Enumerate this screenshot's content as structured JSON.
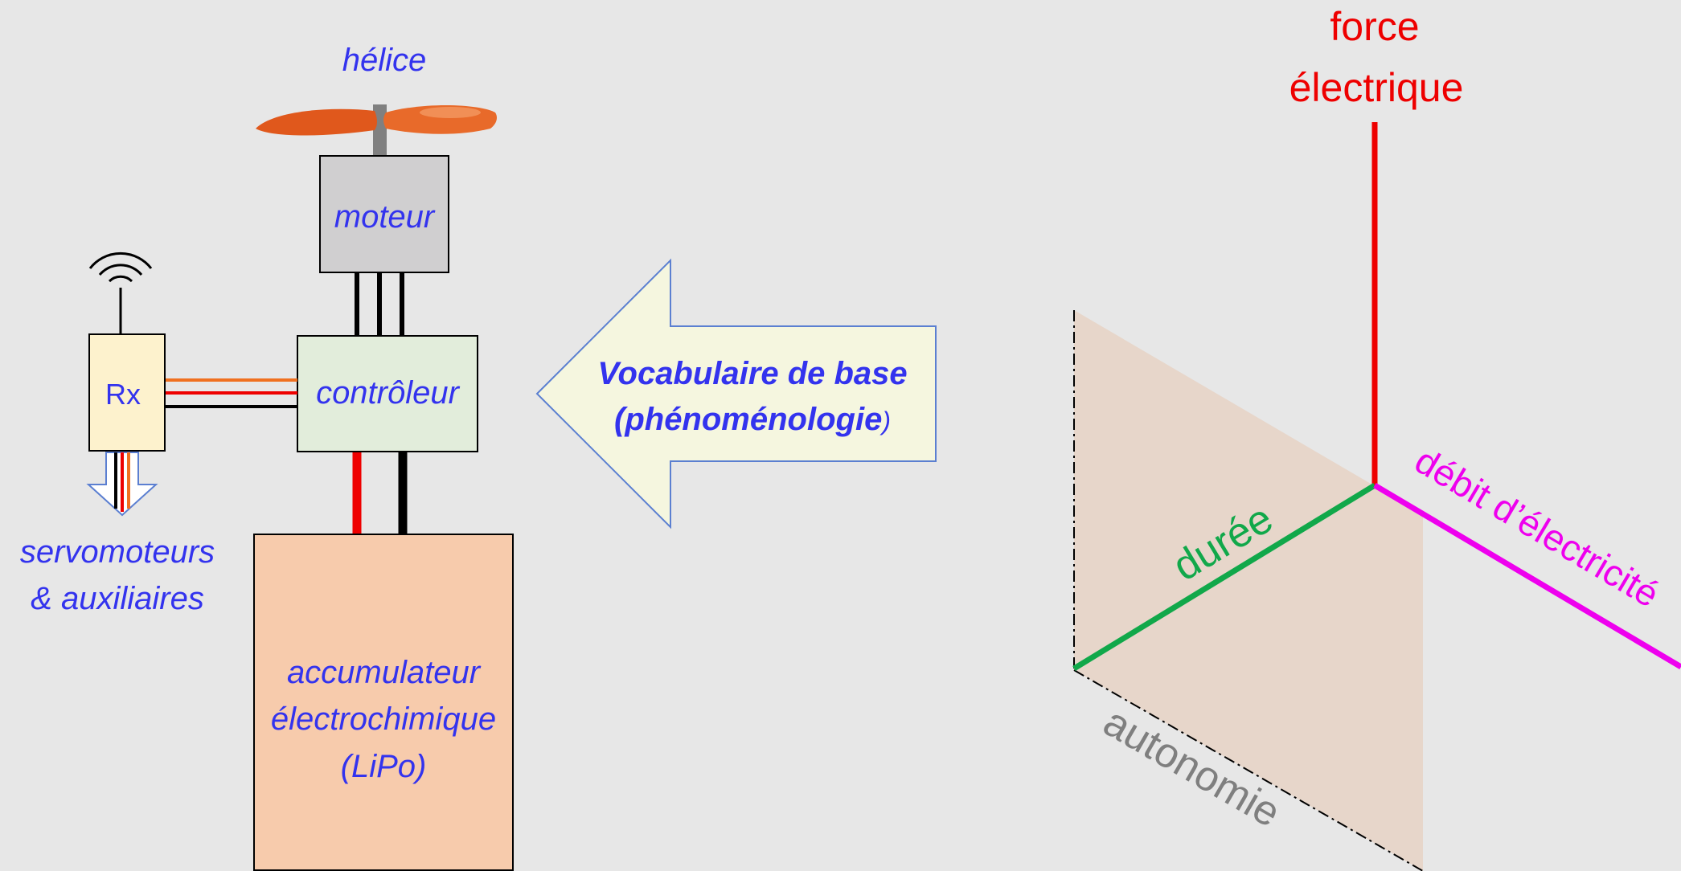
{
  "diagram": {
    "propeller_label": "hélice",
    "motor_label": "moteur",
    "controller_label": "contrôleur",
    "receiver_label": "Rx",
    "servo_label_line1": "servomoteurs",
    "servo_label_line2": "& auxiliaires",
    "battery_label_line1": "accumulateur",
    "battery_label_line2": "électrochimique",
    "battery_label_line3": "(LiPo)",
    "arrow_text_line1": "Vocabulaire de base",
    "arrow_text_line2": "(phénoménologie",
    "arrow_text_paren": ")",
    "axis_force_line1": "force",
    "axis_force_line2": "électrique",
    "axis_duration": "durée",
    "axis_flow": "débit d’électricité",
    "axis_autonomy": "autonomie"
  },
  "colors": {
    "background": "#e7e7e7",
    "label_blue": "#3333ee",
    "motor_fill": "#d0cfd0",
    "controller_fill": "#e2eddb",
    "receiver_fill": "#fdf2cd",
    "battery_fill": "#f7cbac",
    "arrow_fill": "#f5f6df",
    "arrow_stroke": "#5b7fd1",
    "propeller": "#e0581c",
    "force_red": "#ee0000",
    "duration_green": "#11a84a",
    "flow_magenta": "#ee00ee",
    "autonomy_gray": "#7f7f7f",
    "plane_fill": "#e7d6ca"
  }
}
